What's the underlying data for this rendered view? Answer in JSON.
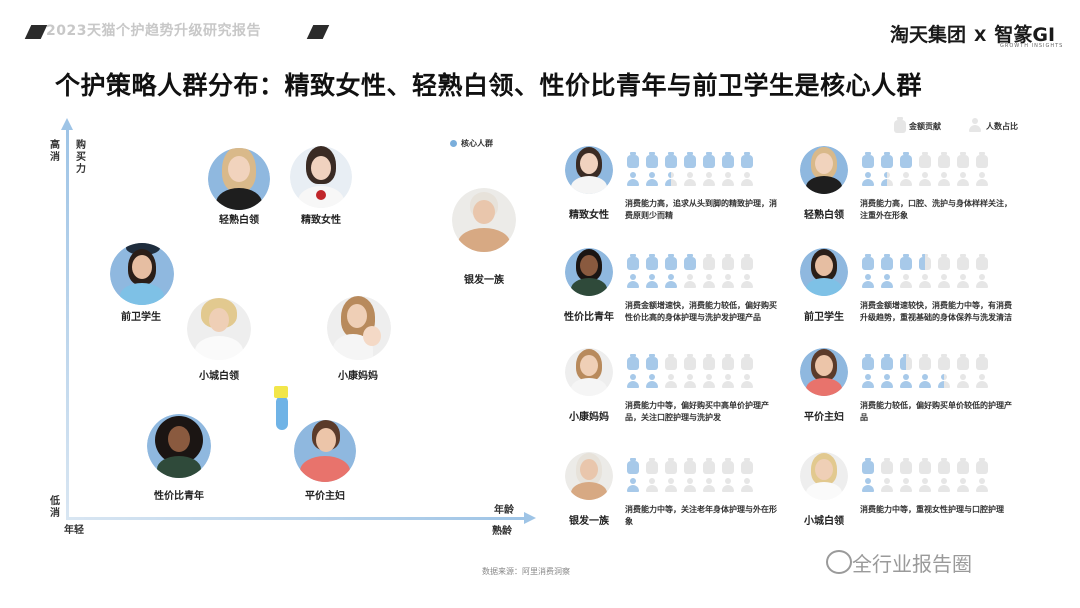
{
  "header": {
    "report_title": "2023天猫个护趋势升级研究报告",
    "brand": "淘天集团",
    "brand_x": "X",
    "partner": "智篆GI",
    "partner_sub": "GROWTH INSIGHTS",
    "main_title": "个护策略人群分布：精致女性、轻熟白领、性价比青年与前卫学生是核心人群"
  },
  "axes": {
    "y_high": "高消",
    "y_title": "购买力",
    "y_low": "低消",
    "x_low": "年轻",
    "x_title": "年龄",
    "x_high": "熟龄"
  },
  "legend": {
    "core": "核心人群",
    "amount": "金额贡献",
    "people": "人数占比",
    "accent": "#7aaedb"
  },
  "personas": [
    {
      "name": "轻熟白领"
    },
    {
      "name": "精致女性"
    },
    {
      "name": "银发一族"
    },
    {
      "name": "前卫学生"
    },
    {
      "name": "小城白领"
    },
    {
      "name": "小康妈妈"
    },
    {
      "name": "平价主妇"
    },
    {
      "name": "性价比青年"
    }
  ],
  "cards": [
    {
      "name": "精致女性",
      "desc": "消费能力高，追求从头到脚的精致护理，消费原则少而精",
      "amount": 7.5,
      "people": 2.5
    },
    {
      "name": "轻熟白领",
      "desc": "消费能力高，口腔、洗护与身体样样关注，注重外在形象",
      "amount": 3,
      "people": 1.5
    },
    {
      "name": "性价比青年",
      "desc": "消费金额增速快，消费能力较低，偏好购买性价比高的身体护理与洗护发护理产品",
      "amount": 4,
      "people": 3
    },
    {
      "name": "前卫学生",
      "desc": "消费金额增速较快，消费能力中等，有消费升级趋势，重视基础的身体保养与洗发清洁",
      "amount": 3.5,
      "people": 2
    },
    {
      "name": "小康妈妈",
      "desc": "消费能力中等，偏好购买中高单价护理产品，关注口腔护理与洗护发",
      "amount": 2,
      "people": 2
    },
    {
      "name": "平价主妇",
      "desc": "消费能力较低，偏好购买单价较低的护理产品",
      "amount": 2.5,
      "people": 4.5
    },
    {
      "name": "银发一族",
      "desc": "消费能力中等，关注老年身体护理与外在形象",
      "amount": 1,
      "people": 1
    },
    {
      "name": "小城白领",
      "desc": "消费能力中等，重视女性护理与口腔护理",
      "amount": 1,
      "people": 1
    }
  ],
  "source": "数据来源：阿里消费洞察",
  "watermark": "全行业报告圈"
}
